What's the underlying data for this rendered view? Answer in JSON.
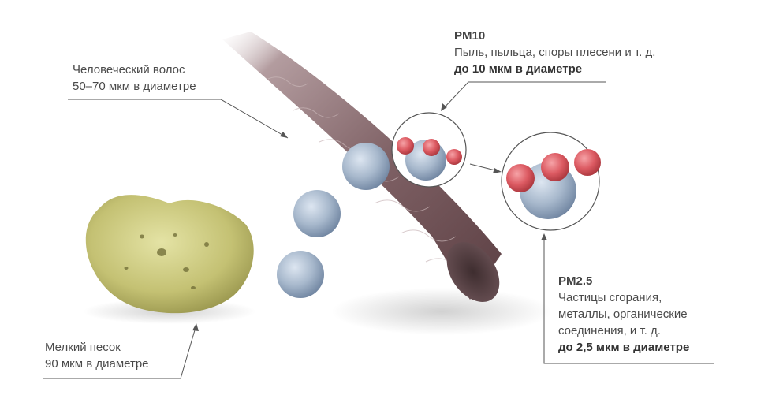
{
  "hair": {
    "line1": "Человеческий волос",
    "line2": "50–70 мкм в диаметре"
  },
  "sand": {
    "line1": "Мелкий песок",
    "line2": "90 мкм в диаметре"
  },
  "pm10": {
    "title": "PM10",
    "line1": "Пыль, пыльца, споры плесени и т. д.",
    "line2": "до 10 мкм в диаметре"
  },
  "pm25": {
    "title": "PM2.5",
    "line1": "Частицы сгорания,",
    "line2": "металлы, органические",
    "line3": "соединения, и т. д.",
    "line4": "до 2,5 мкм в диаметре"
  },
  "colors": {
    "callout_line": "#555555",
    "hair": "#7a5a5e",
    "sand": "#c9c77a",
    "particle_blue": "#a9b9cc",
    "particle_red": "#d9545c"
  }
}
